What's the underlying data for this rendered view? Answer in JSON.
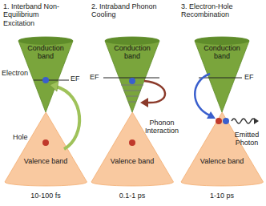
{
  "diagram": {
    "nodes": [
      {
        "text": [
          "Conduction band"
        ]
      },
      {
        "text": [
          "Valence band"
        ]
      },
      {
        "text": [
          "Conduction band"
        ]
      },
      {
        "text": [
          "Valence band"
        ]
      },
      {
        "text": [
          "Conduction band"
        ]
      },
      {
        "text": [
          "Valence band"
        ]
      }
    ],
    "labels": [
      "1. Interband Non-Equilibrium Excitation",
      "2. Intraband Phonon Cooling",
      "3. Electron-Hole Recombination",
      "EF",
      "Electron",
      "Hole",
      "EF",
      "Phonon Interaction",
      "EF",
      "Emitted Photon",
      "10-100 fs",
      "0.1-1 ps",
      "1-10 ps"
    ]
  }
}
